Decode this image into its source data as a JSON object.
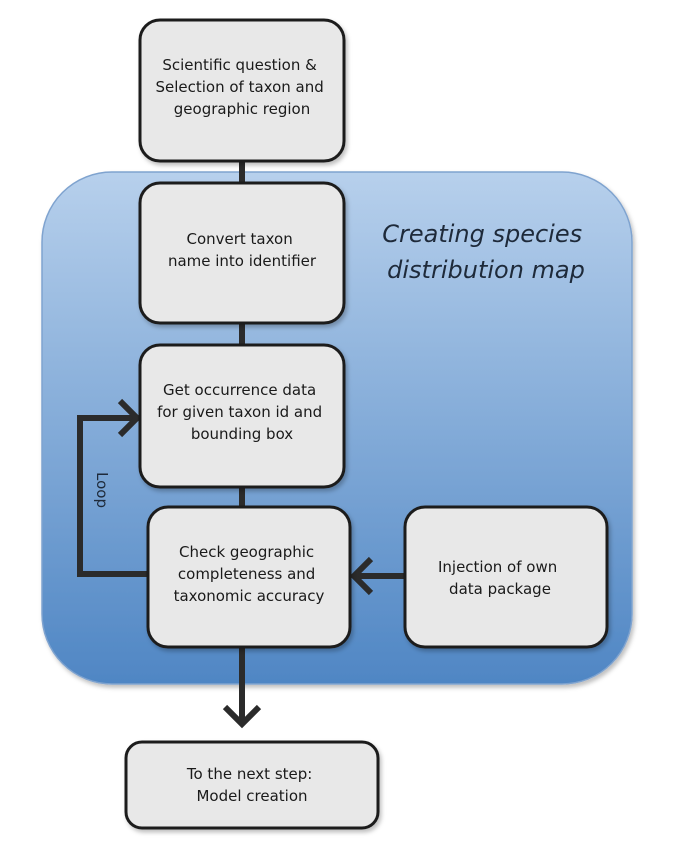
{
  "group": {
    "title_lines": [
      "Creating species",
      "distribution map"
    ]
  },
  "boxes": {
    "question": {
      "lines": [
        "Scientific question &",
        "Selection of taxon and",
        "geographic region"
      ]
    },
    "convert": {
      "lines": [
        "Convert taxon",
        "name into identifier"
      ]
    },
    "occurrence": {
      "lines": [
        "Get occurrence data",
        "for given taxon id and",
        "bounding box"
      ]
    },
    "check": {
      "lines": [
        "Check geographic",
        "completeness and",
        "taxonomic accuracy"
      ]
    },
    "injection": {
      "lines": [
        "Injection of own",
        "data package"
      ]
    },
    "next": {
      "lines": [
        "To the next step:",
        "Model creation"
      ]
    }
  },
  "loop": {
    "label": "Loop"
  },
  "colors": {
    "group_top": "#b7d0ec",
    "group_bottom": "#4f86c4",
    "box_fill": "#e8e8e8",
    "box_stroke": "#1f1f1f",
    "connector": "#2b2b2b"
  }
}
